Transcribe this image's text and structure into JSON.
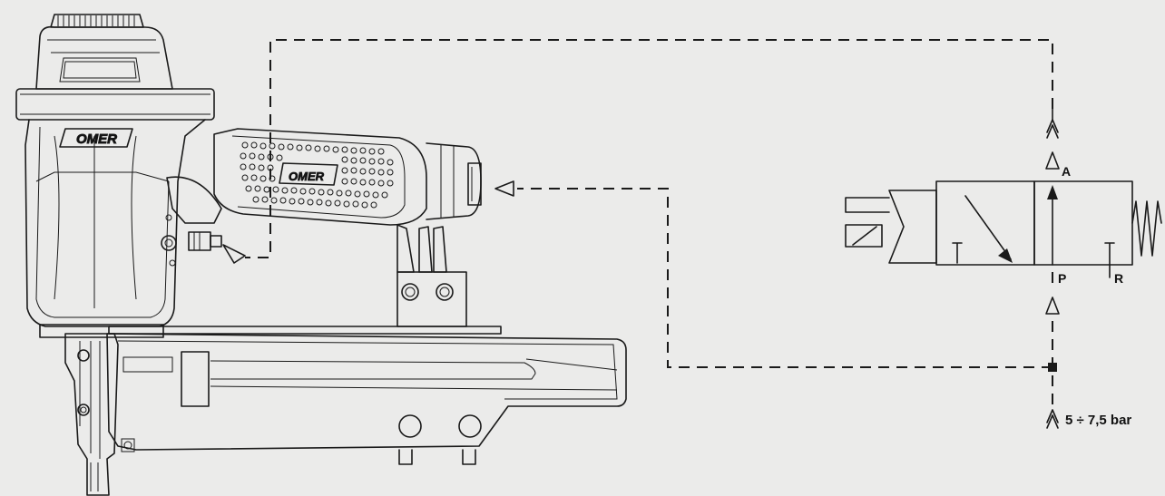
{
  "tool": {
    "brand_text_top": "OMER",
    "brand_text_handle": "OMER"
  },
  "valve": {
    "port_a_label": "A",
    "port_p_label": "P",
    "port_r_label": "R"
  },
  "supply": {
    "pressure_label": "5 ÷ 7,5 bar"
  },
  "colors": {
    "background": "#ebebea",
    "line": "#1a1a1a"
  }
}
